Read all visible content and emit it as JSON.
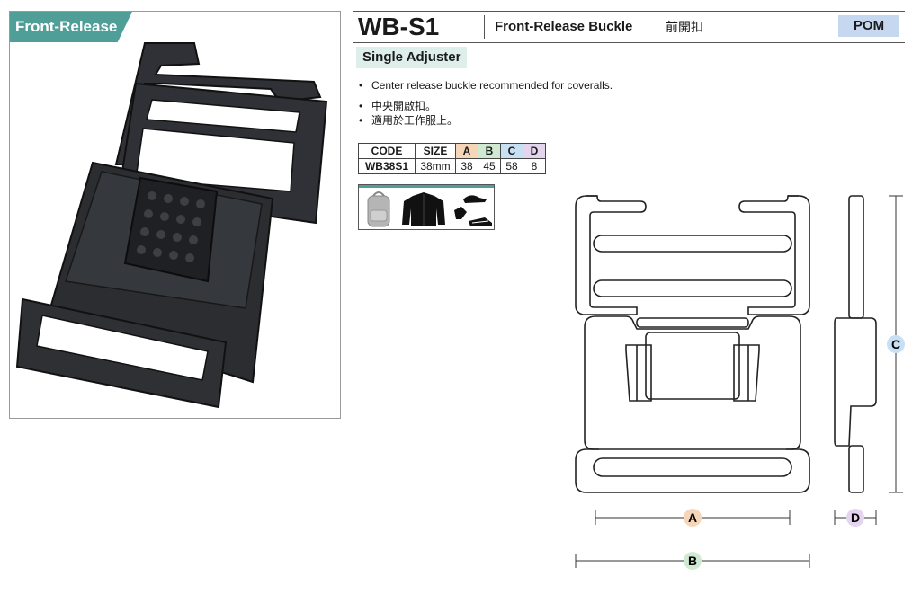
{
  "tag": {
    "label": "Front-Release"
  },
  "header": {
    "model": "WB-S1",
    "title": "Front-Release Buckle",
    "title_cn": "前開扣",
    "material": "POM"
  },
  "subtitle": "Single Adjuster",
  "features": [
    "Center release buckle recommended for coveralls.",
    "中央開啟扣。",
    "適用於工作服上。"
  ],
  "spec_table": {
    "headers": [
      "CODE",
      "SIZE",
      "A",
      "B",
      "C",
      "D"
    ],
    "rows": [
      [
        "WB38S1",
        "38mm",
        "38",
        "45",
        "58",
        "8"
      ]
    ]
  },
  "dimension_colors": {
    "A": "#f6d6b8",
    "B": "#cfe9d2",
    "C": "#c8e0f4",
    "D": "#e4d4ee"
  },
  "applications": [
    "backpack-icon",
    "jacket-icon",
    "gloves-cap-shoes-icon"
  ],
  "drawing_labels": {
    "A": "A",
    "B": "B",
    "C": "C",
    "D": "D"
  }
}
